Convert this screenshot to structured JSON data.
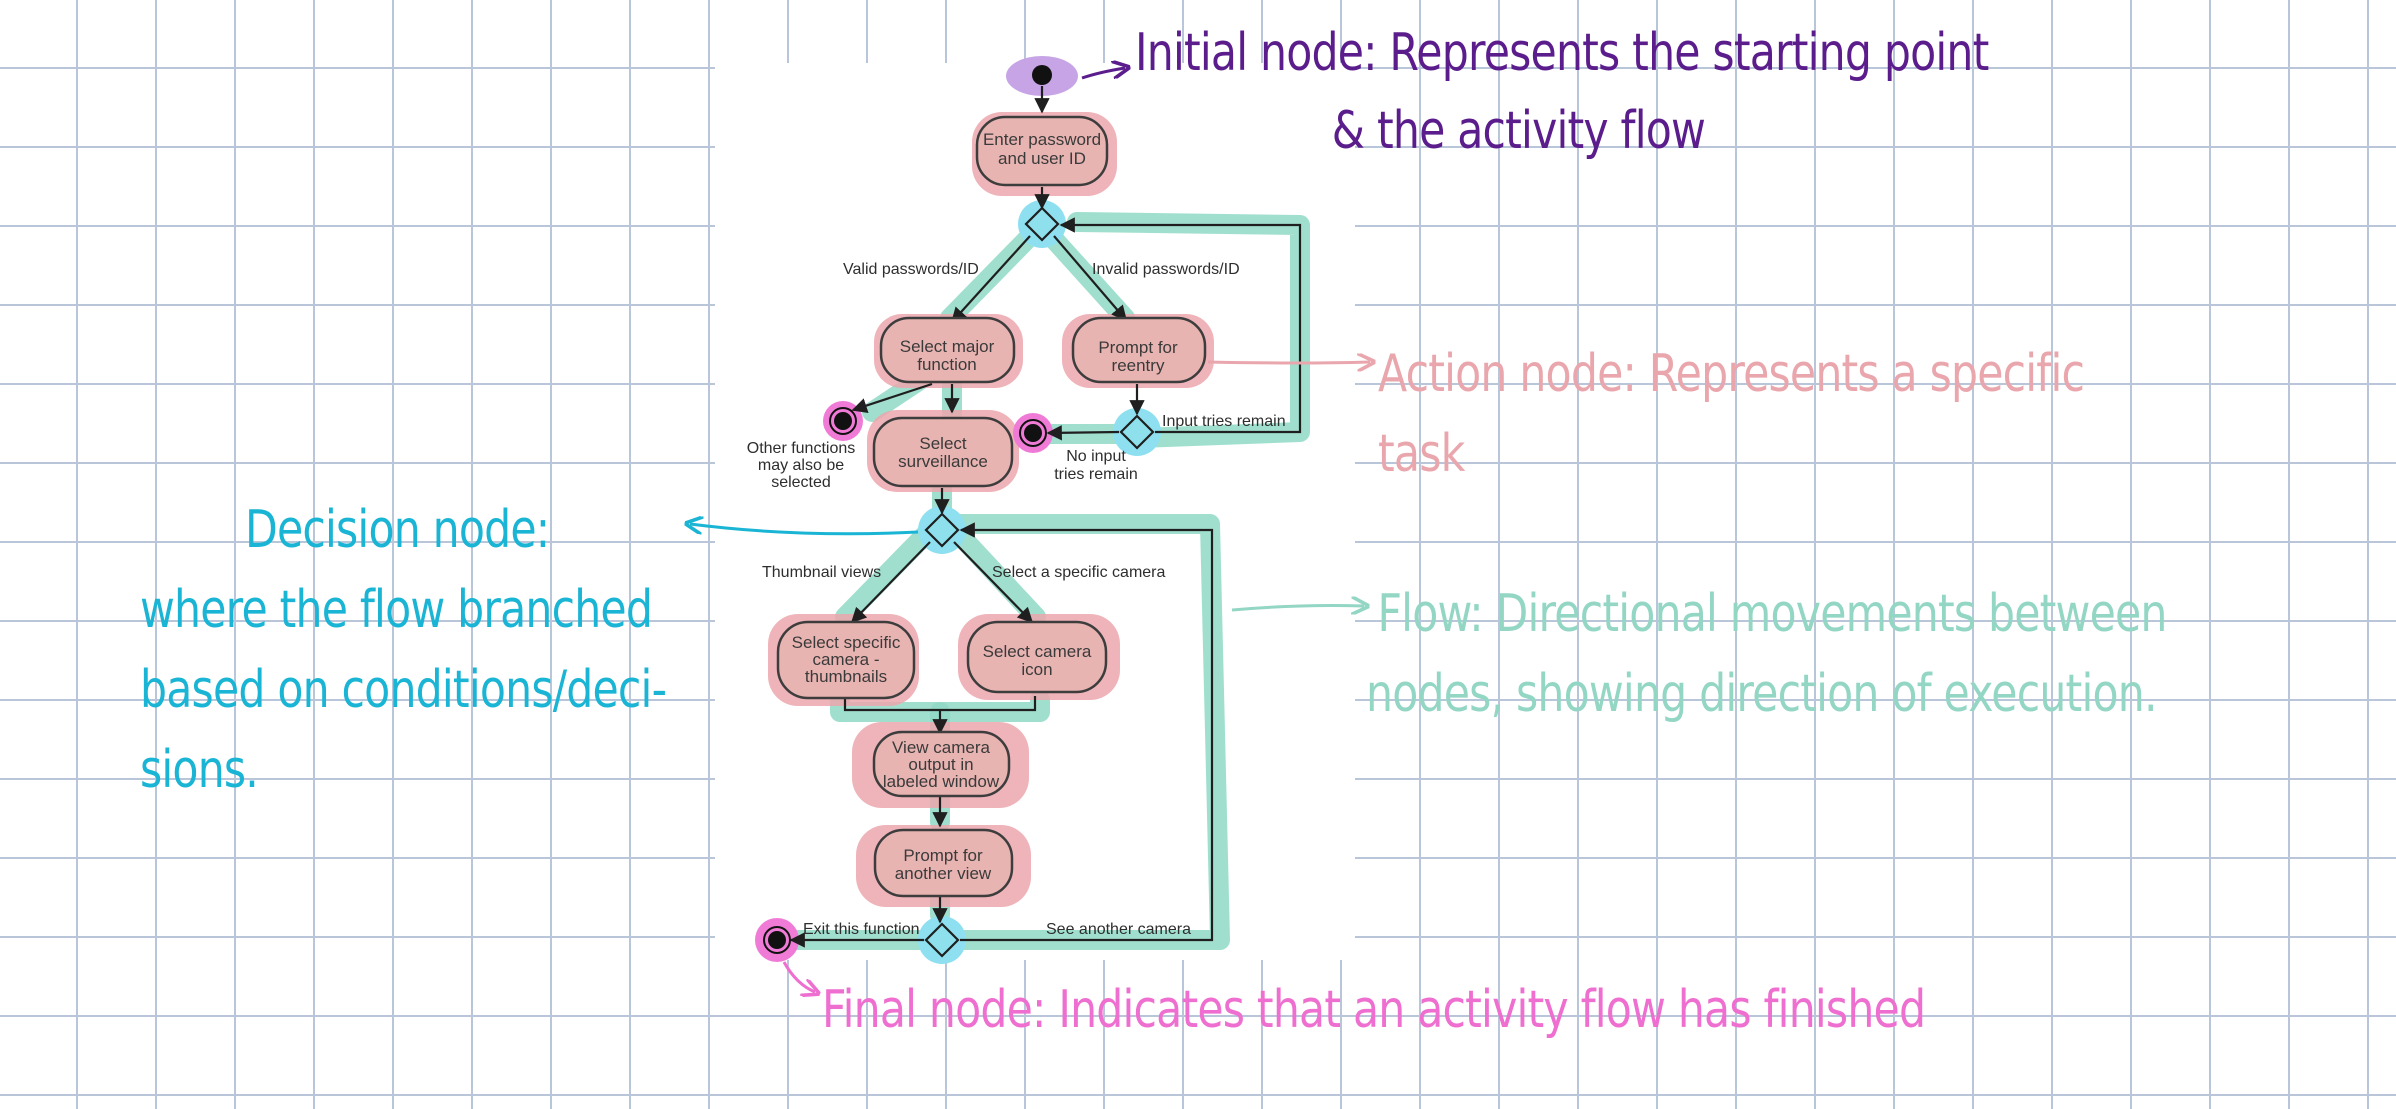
{
  "diagram": {
    "nodes": {
      "enter_password": [
        "Enter password",
        "and user ID"
      ],
      "select_major": [
        "Select major",
        "function"
      ],
      "prompt_reentry": [
        "Prompt for",
        "reentry"
      ],
      "select_surveillance": [
        "Select",
        "surveillance"
      ],
      "select_thumbnails": [
        "Select specific",
        "camera -",
        "thumbnails"
      ],
      "select_camera_icon": [
        "Select camera",
        "icon"
      ],
      "view_output": [
        "View camera",
        "output in",
        "labeled window"
      ],
      "prompt_another": [
        "Prompt for",
        "another view"
      ]
    },
    "guards": {
      "valid": "Valid passwords/ID",
      "invalid": "Invalid passwords/ID",
      "tries_remain": "Input tries remain",
      "no_input": [
        "No input",
        "tries remain"
      ],
      "other_functions": [
        "Other functions",
        "may also be",
        "selected"
      ],
      "thumbnail_views": "Thumbnail views",
      "specific_camera": "Select a specific camera",
      "exit": "Exit this function",
      "see_another": "See another camera"
    }
  },
  "annotations": {
    "initial": [
      "Initial node: Represents  the starting point",
      "& the activity flow"
    ],
    "action": [
      "Action node: Represents a specific",
      "task"
    ],
    "decision": [
      "Decision node:",
      "where the flow branched",
      "based on conditions/deci-",
      "sions."
    ],
    "flow": [
      "Flow: Directional movements between",
      "nodes, showing direction of execution."
    ],
    "final": "Final node: Indicates that an activity flow has finished"
  },
  "colors": {
    "initial": "#5b1d8c",
    "action": "#e9a7ad",
    "decision": "#1ab4d4",
    "flow": "#93d6c4",
    "final": "#ee6fd0"
  }
}
